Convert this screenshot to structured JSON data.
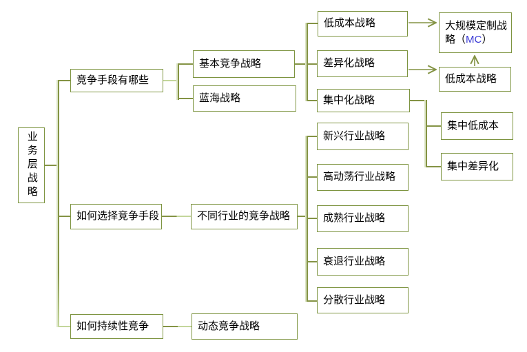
{
  "diagram": {
    "type": "mind-map-tree",
    "root_label": "业务层战略"
  },
  "colors": {
    "box_border": "#7d9440",
    "connector_dark": "#849344",
    "connector_light": "#c3d69b",
    "text": "#000000",
    "mc_text": "#3a3ad6",
    "background": "#ffffff"
  },
  "nodes": {
    "root": "业务层战略",
    "branch_means": "竞争手段有哪些",
    "branch_choose": "如何选择竞争手段",
    "branch_sustain": "如何持续性竞争",
    "basic": "基本竞争战略",
    "blue_ocean": "蓝海战略",
    "industry_diff": "不同行业的竞争战略",
    "dynamic": "动态竞争战略",
    "low_cost": "低成本战略",
    "differentiation": "差异化战略",
    "focus": "集中化战略",
    "emerging": "新兴行业战略",
    "turbulent": "高动荡行业战略",
    "mature": "成熟行业战略",
    "declining": "衰退行业战略",
    "fragmented": "分散行业战略",
    "mass_custom_line1": "大规模定制",
    "mass_custom_line2_pre": "战略（",
    "mass_custom_mc": "MC",
    "mass_custom_line2_post": "）",
    "low_cost_2": "低成本战略",
    "focus_low_cost": "集中低成本",
    "focus_diff": "集中差异化"
  }
}
